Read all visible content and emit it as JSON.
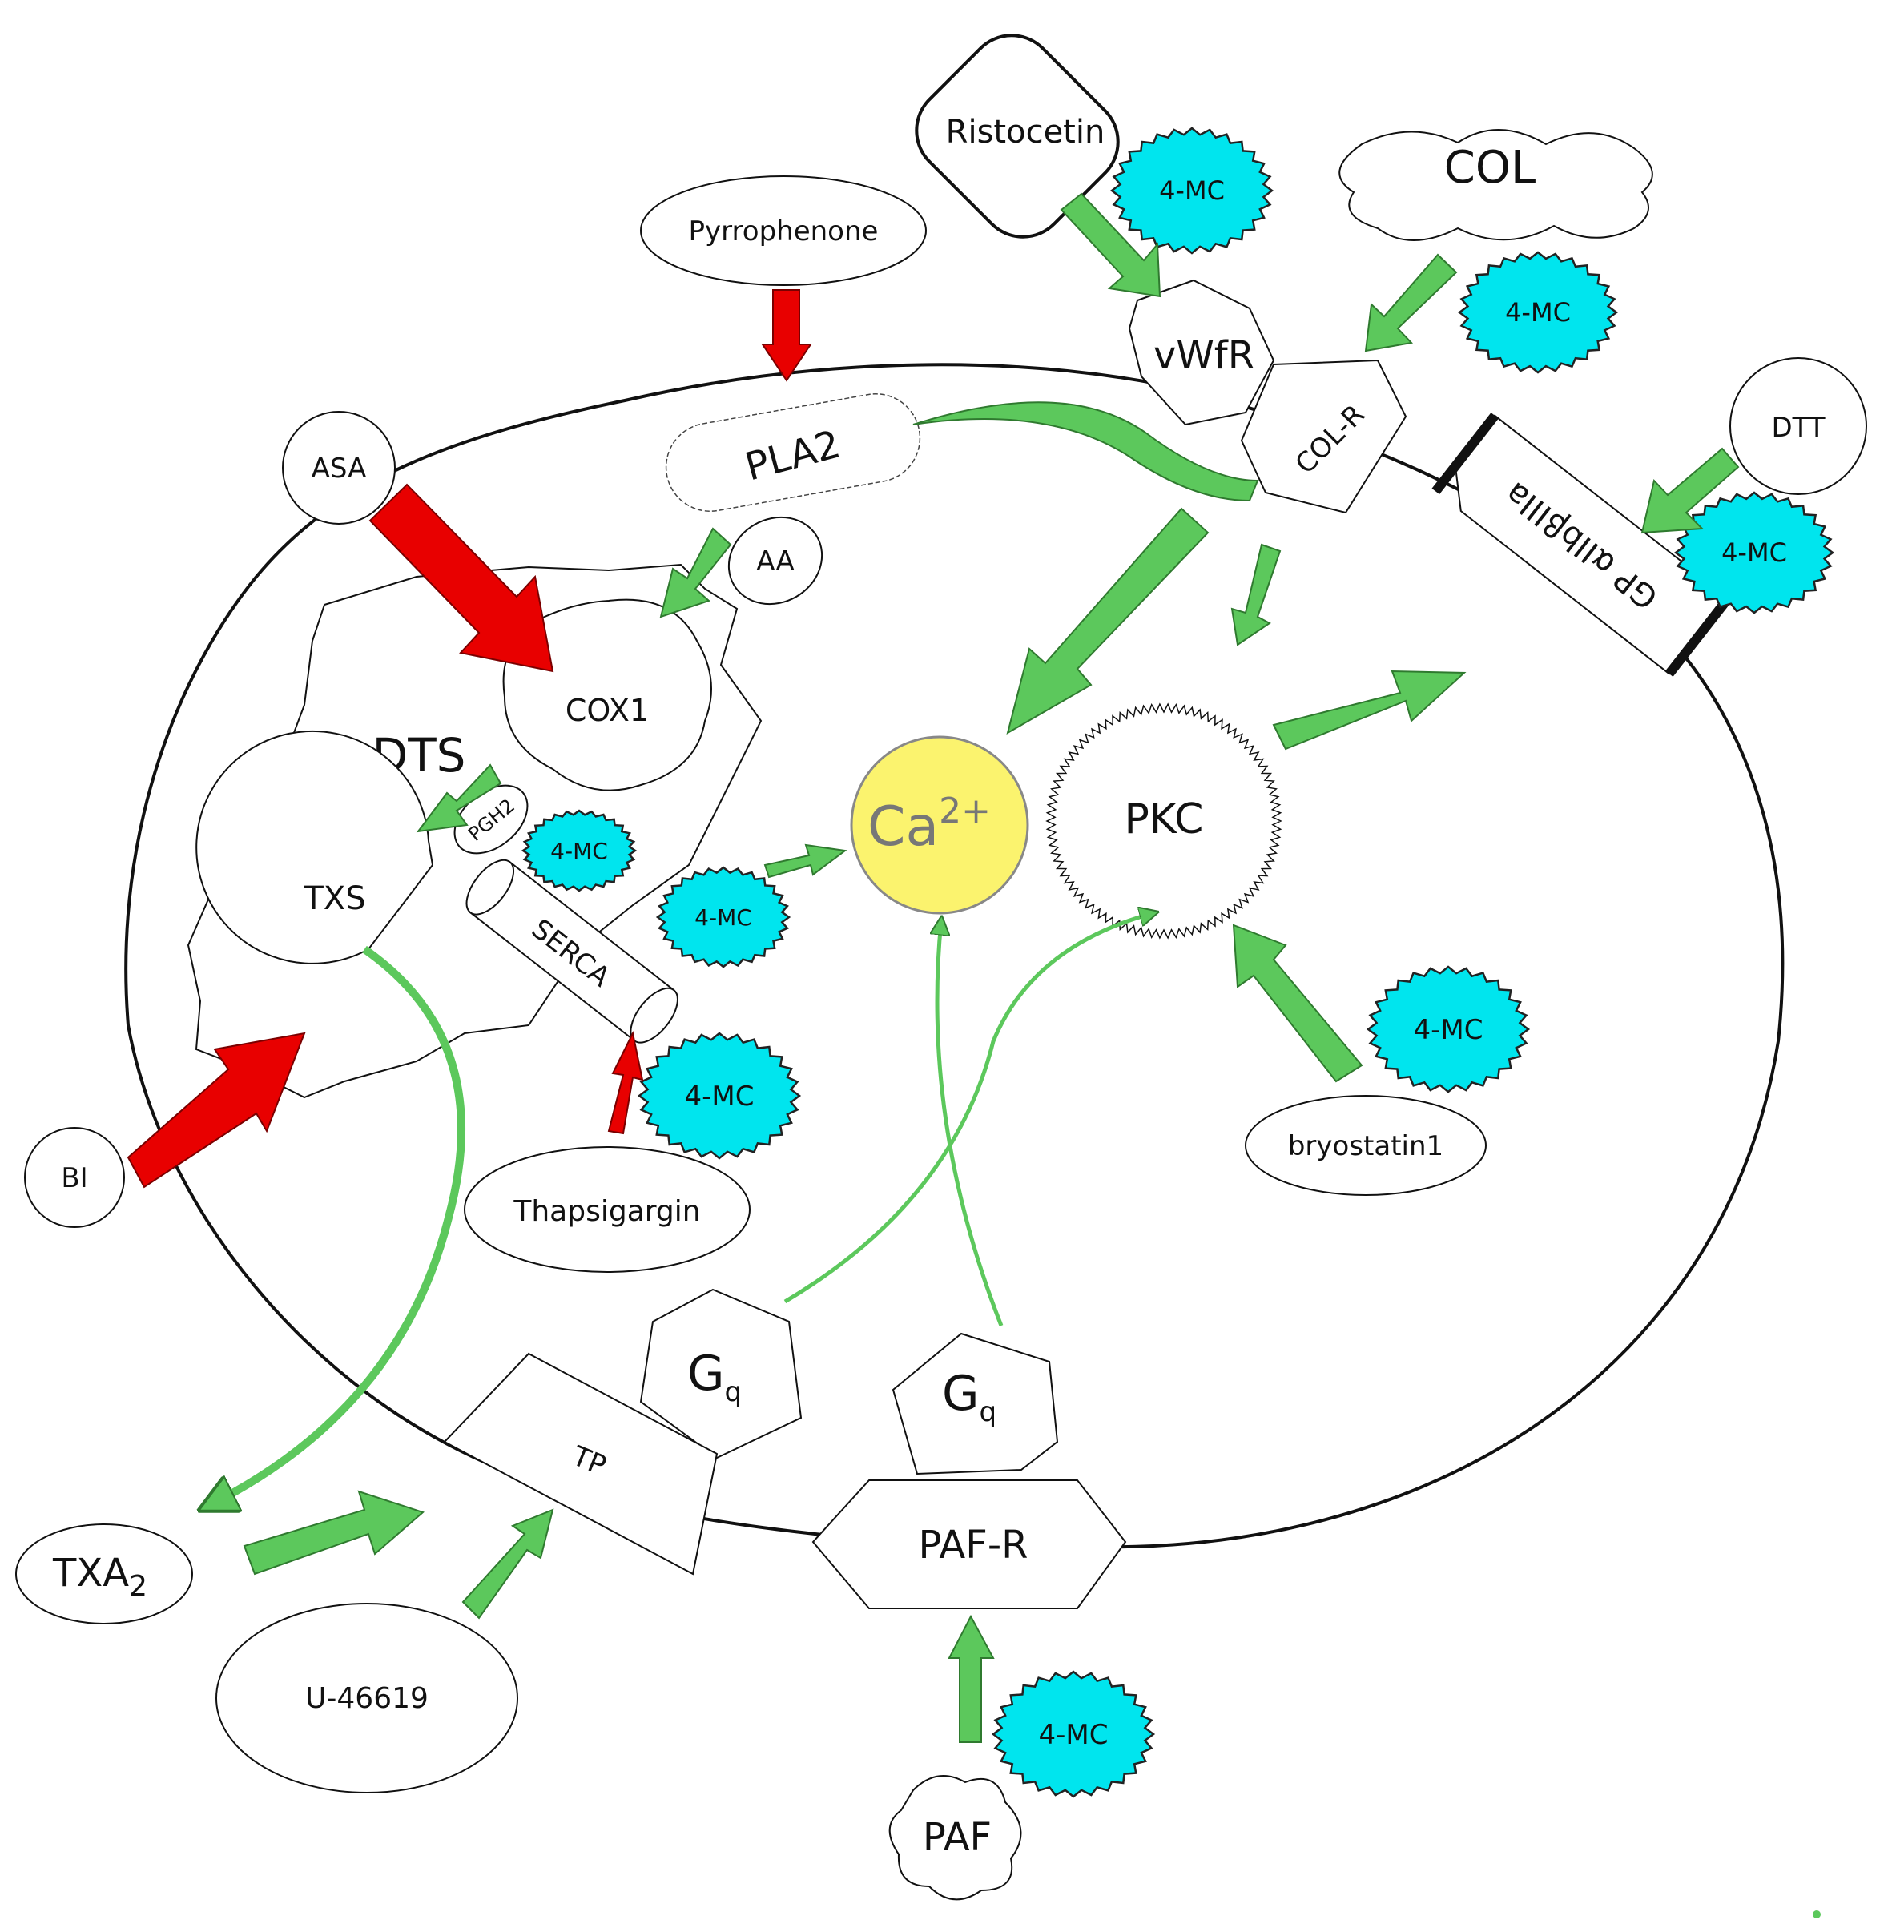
{
  "labels": {
    "ristocetin": "Ristocetin",
    "col": "COL",
    "pyrrophenone": "Pyrrophenone",
    "vwfr": "vWfR",
    "col_r": "COL-R",
    "dtt": "DTT",
    "asa": "ASA",
    "pla2": "PLA2",
    "aa": "AA",
    "cox1": "COX1",
    "dts": "DTS",
    "pgh2": "PGH2",
    "txs": "TXS",
    "serca": "SERCA",
    "ca": "Ca",
    "ca_charge": "2+",
    "pkc": "PKC",
    "gp": "GP αIIbβIIIa",
    "bi": "BI",
    "thapsigargin": "Thapsigargin",
    "bryostatin": "bryostatin1",
    "gq": "G",
    "gq_sub": "q",
    "tp": "TP",
    "paf_r": "PAF-R",
    "txa2": "TXA",
    "txa2_sub": "2",
    "u46619": "U-46619",
    "paf": "PAF",
    "mc": "4-MC"
  },
  "colors": {
    "activation_arrow": "#5cc85c",
    "inhibition_arrow": "#e80000",
    "modulator_badge": "#00e5ee",
    "calcium": "#fbf36e"
  }
}
